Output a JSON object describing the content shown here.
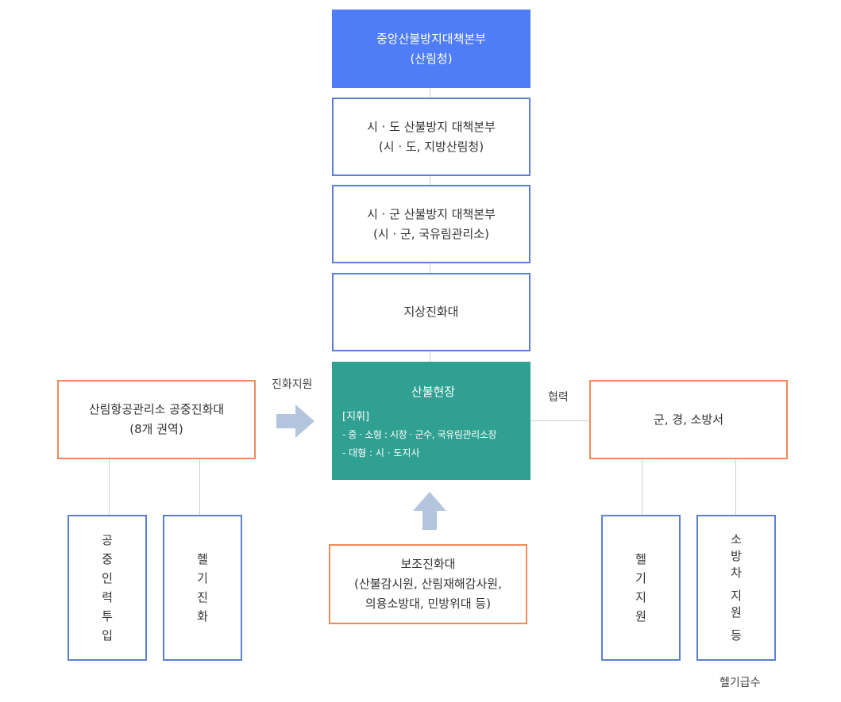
{
  "top": {
    "line1": "중앙산불방지대책본부",
    "line2": "(산림청)"
  },
  "sido": {
    "line1": "시 · 도 산불방지 대책본부",
    "line2": "(시 · 도, 지방산림청)"
  },
  "sigun": {
    "line1": "시 · 군 산불방지 대책본부",
    "line2": "(시 · 군, 국유림관리소)"
  },
  "ground": {
    "label": "지상진화대"
  },
  "site": {
    "title": "산불현장",
    "command_header": "[지휘]",
    "command_1": "- 중 · 소형 : 시장 · 군수, 국유림관리소장",
    "command_2": "- 대형 : 시 · 도지사"
  },
  "left": {
    "line1": "산림항공관리소 공중진화대",
    "line2": "(8개 권역)",
    "arrow_label": "진화지원"
  },
  "left_sub": [
    {
      "chars": [
        "공",
        "중",
        "인",
        "력",
        "투",
        "입"
      ]
    },
    {
      "chars": [
        "헬",
        "기",
        "진",
        "화"
      ]
    }
  ],
  "right": {
    "label": "군, 경, 소방서",
    "cooperation_label": "협력"
  },
  "right_sub": [
    {
      "chars": [
        "헬",
        "기",
        "지",
        "원"
      ]
    },
    {
      "chars": [
        "소",
        "방",
        "차",
        "",
        "지",
        "원",
        "",
        "등"
      ]
    }
  ],
  "right_footnote": "헬기급수",
  "bottom": {
    "line1": "보조진화대",
    "line2": "(산불감시원, 산림재해감사원,",
    "line3": "의용소방대, 민방위대 등)"
  },
  "colors": {
    "top_fill": "#4f7cf7",
    "site_fill": "#2fa091",
    "blue_border": "#5b7fd1",
    "orange_border": "#ee8a5b",
    "arrow": "#b3c5dc"
  }
}
